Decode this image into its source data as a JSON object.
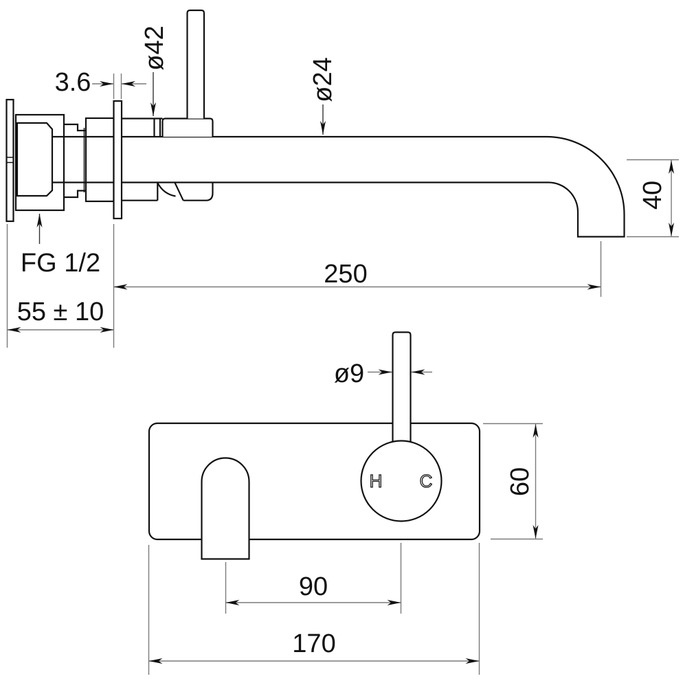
{
  "page": {
    "background": "#ffffff"
  },
  "drawing": {
    "kind": "tapware-dimension-drawing",
    "colors": {
      "outline": "#111111",
      "dimension_line": "#7a7a7a",
      "text": "#111111"
    },
    "side_view": {
      "labels": {
        "plate_thickness": "3.6",
        "trim_diameter": "ø42",
        "spout_diameter": "ø24",
        "spout_drop": "40",
        "spout_reach": "250",
        "inlet_thread": "FG 1/2",
        "rough_in_depth": "55 ± 10"
      }
    },
    "front_view": {
      "labels": {
        "lever_diameter": "ø9",
        "plate_height": "60",
        "spout_to_lever_centres": "90",
        "plate_width": "170",
        "hot_indicator": "H",
        "cold_indicator": "C"
      }
    }
  }
}
